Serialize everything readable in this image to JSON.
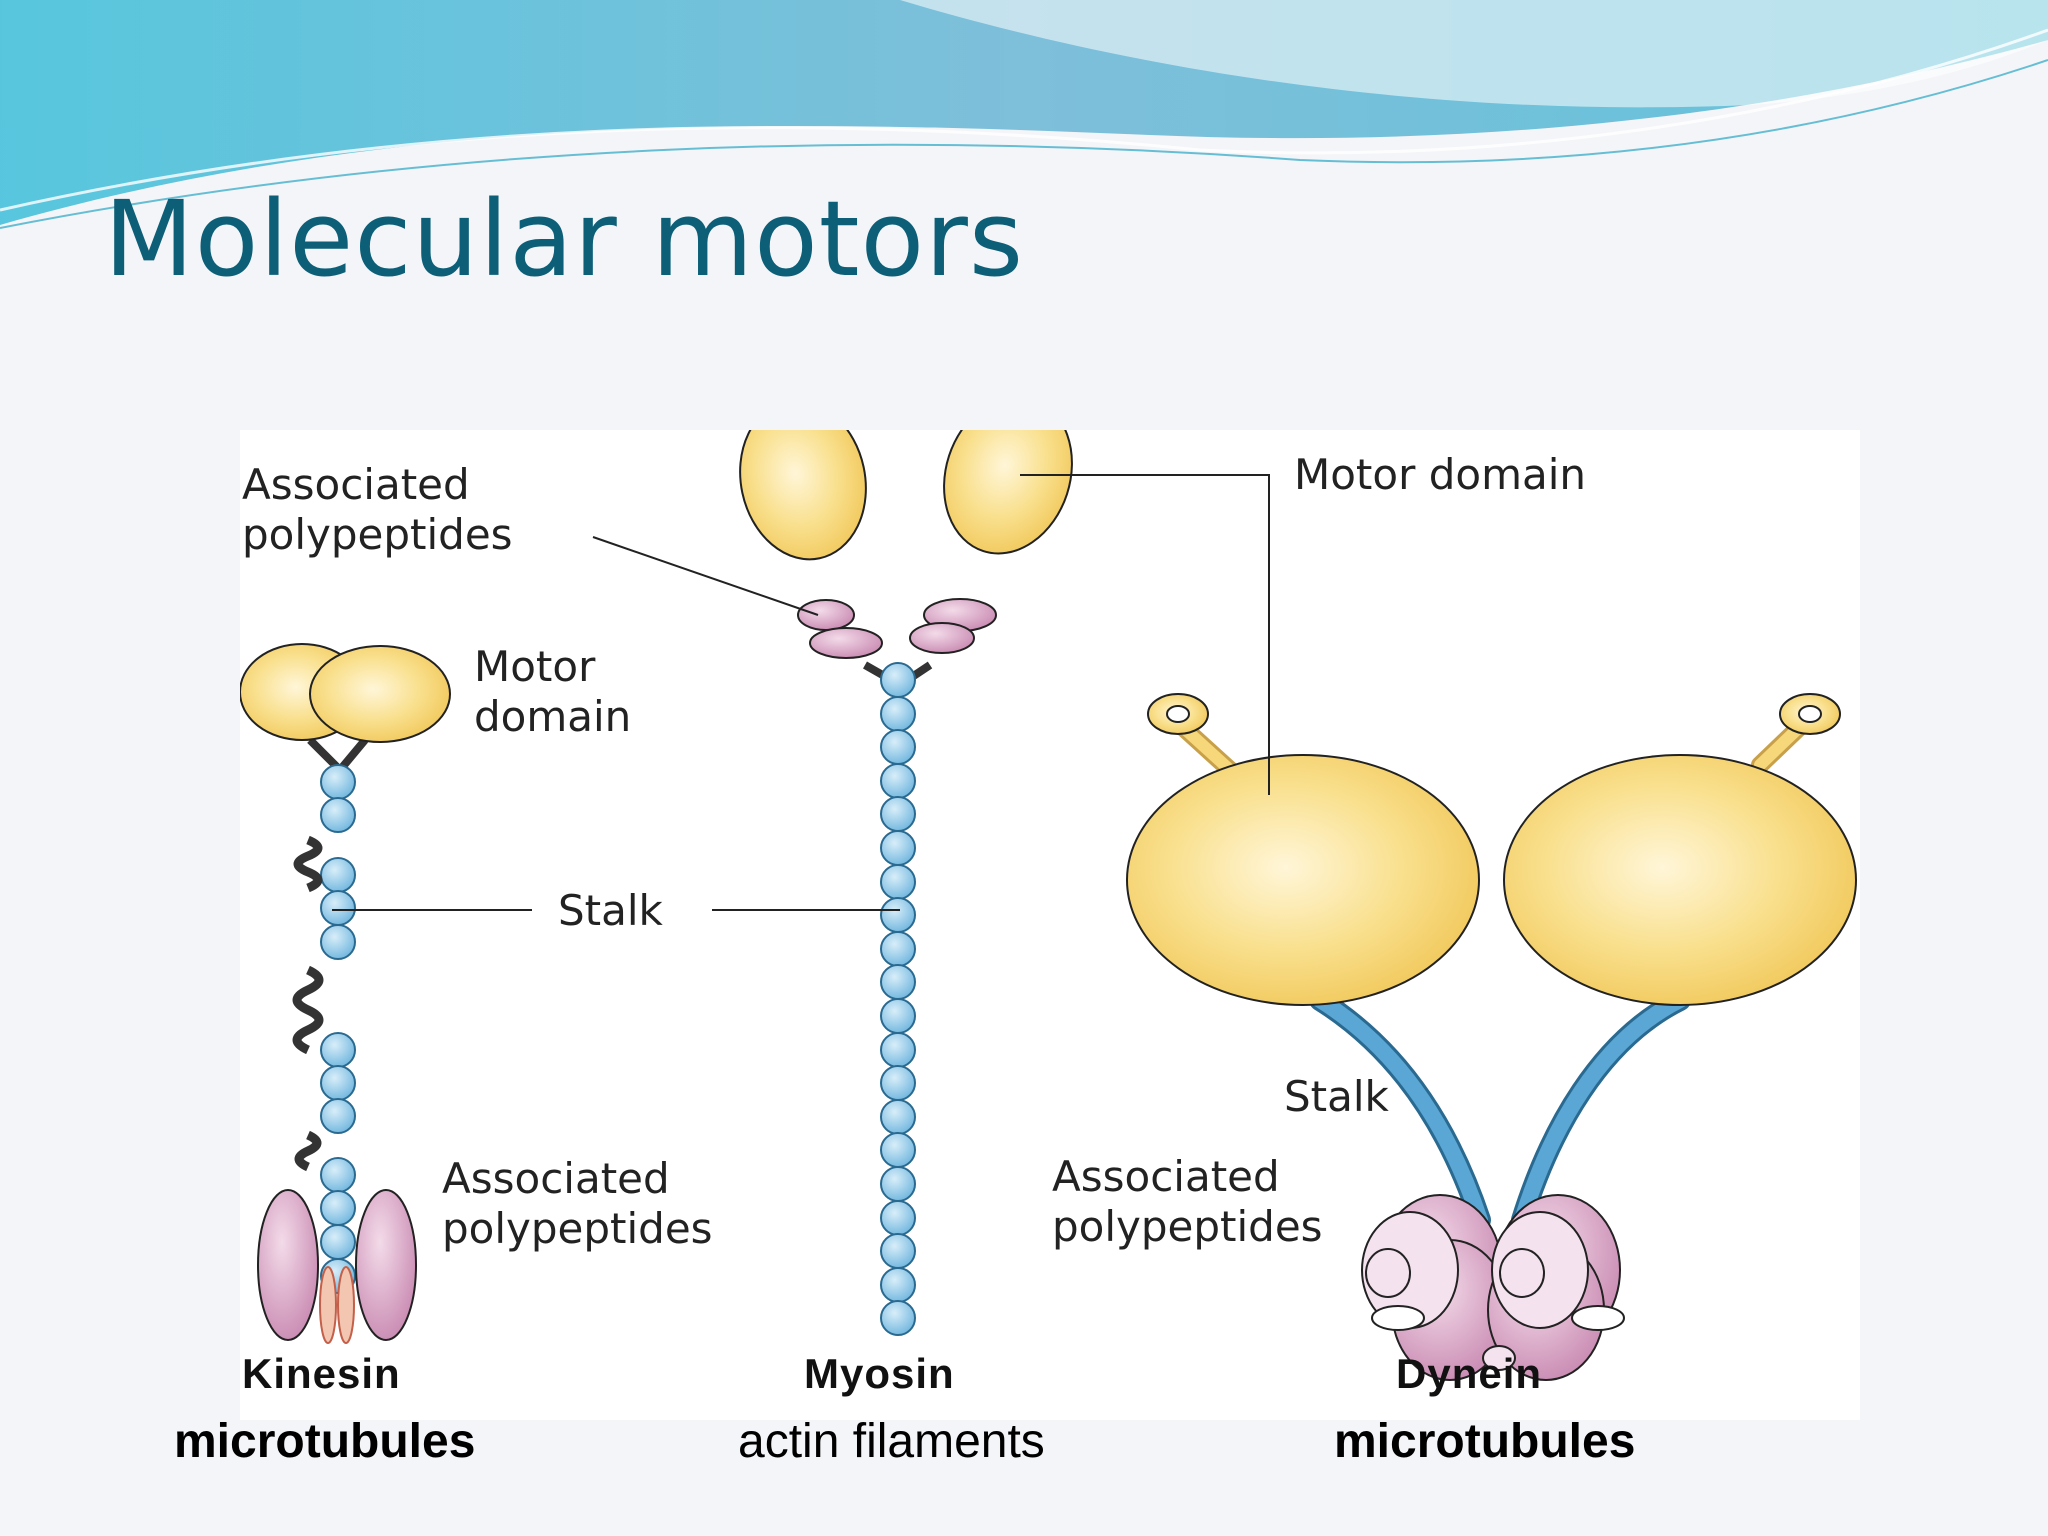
{
  "title": "Molecular motors",
  "colors": {
    "title": "#0d5f78",
    "motor_domain": "#f6d77a",
    "stalk_bead": "#8cc6e6",
    "polypeptide": "#d6a2c4",
    "dynein_stalk": "#5aa6d4"
  },
  "labels": {
    "myosin_associated_polypeptides": [
      "Associated",
      "polypeptides"
    ],
    "kinesin_motor_domain": [
      "Motor",
      "domain"
    ],
    "stalk_center": "Stalk",
    "kinesin_associated_polypeptides": [
      "Associated",
      "polypeptides"
    ],
    "dynein_motor_domain": "Motor domain",
    "dynein_stalk": "Stalk",
    "dynein_associated_polypeptides": [
      "Associated",
      "polypeptides"
    ]
  },
  "proteins": [
    {
      "name": "Kinesin",
      "track": "microtubules"
    },
    {
      "name": "Myosin",
      "track": "actin filaments"
    },
    {
      "name": "Dynein",
      "track": "microtubules"
    }
  ]
}
